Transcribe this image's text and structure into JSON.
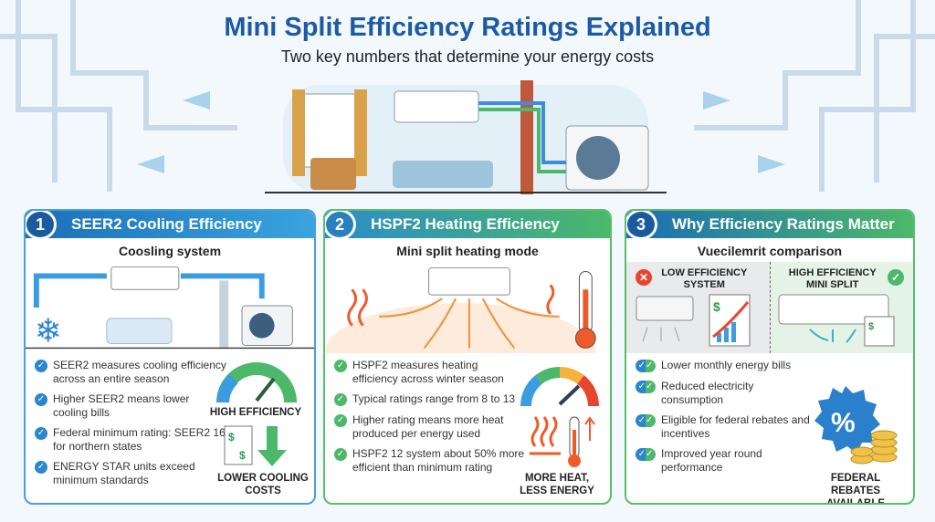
{
  "header": {
    "title": "Mini Split Efficiency Ratings Explained",
    "subtitle": "Two key numbers that determine your energy costs"
  },
  "cards": [
    {
      "number": "1",
      "title": "SEER2 Cooling Efficiency",
      "subtitle": "Coosling system",
      "bullets": [
        "SEER2 measures cooling efficiency across an entire season",
        "Higher SEER2 means lower cooling bills",
        "Federal minimum rating: SEER2 16 for northern states",
        "ENERGY STAR units exceed minimum standards"
      ],
      "gauge_label": "HIGH EFFICIENCY",
      "cost_label": "LOWER COOLING COSTS",
      "accent": "#2a86d0"
    },
    {
      "number": "2",
      "title": "HSPF2 Heating Efficiency",
      "subtitle": "Mini split heating mode",
      "bullets": [
        "HSPF2 measures heating efficiency across winter season",
        "Typical ratings range from 8 to 13",
        "Higher rating means more heat produced per energy used",
        "HSPF2 12 system about 50% more efficient than minimum rating"
      ],
      "side_label": "MORE HEAT, LESS ENERGY",
      "accent": "#4cb86a"
    },
    {
      "number": "3",
      "title": "Why Efficiency Ratings Matter",
      "subtitle": "Vuecilemrit comparison",
      "low_label": "LOW EFFICIENCY SYSTEM",
      "high_label": "HIGH EFFICIENCY MINI SPLIT",
      "bullets": [
        "Lower monthly energy bills",
        "Reduced electricity consumption",
        "Eligible for federal rebates and incentives",
        "Improved year round performance"
      ],
      "rebate_label": "FEDERAL REBATES AVAILABLE",
      "rebate_symbol": "%"
    }
  ]
}
